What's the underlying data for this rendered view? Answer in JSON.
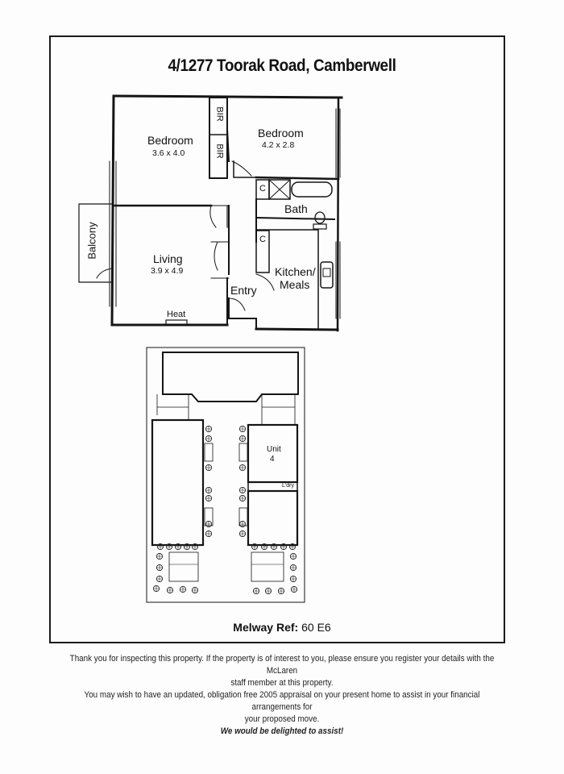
{
  "document": {
    "title": "4/1277 Toorak Road, Camberwell"
  },
  "floorplan": {
    "rooms": [
      {
        "name": "Bedroom",
        "size": "3.6 x 4.0"
      },
      {
        "name": "Bedroom",
        "size": "4.2 x 2.8"
      },
      {
        "name": "Living",
        "size": "3.9 x 4.9"
      }
    ],
    "labels": {
      "bir_top": "BIR",
      "bir_bottom": "BIR",
      "balcony": "Balcony",
      "bath": "Bath",
      "c_bath": "C",
      "c_kitchen": "C",
      "kitchen_line1": "Kitchen/",
      "kitchen_line2": "Meals",
      "entry": "Entry",
      "heat": "Heat"
    }
  },
  "siteplan": {
    "unit_label_line1": "Unit",
    "unit_label_line2": "4",
    "laundry": "L'dry"
  },
  "melway": {
    "label": "Melway Ref:",
    "value": "60 E6"
  },
  "footer": {
    "line1": "Thank you for inspecting this property. If the property is of interest to you, please ensure you register your details with the McLaren",
    "line2": "staff member at this property.",
    "line3": "You may wish to have an updated, obligation free 2005 appraisal on your present home to assist in your financial arrangements for",
    "line4": "your proposed move.",
    "tagline": "We would be delighted to assist!"
  }
}
